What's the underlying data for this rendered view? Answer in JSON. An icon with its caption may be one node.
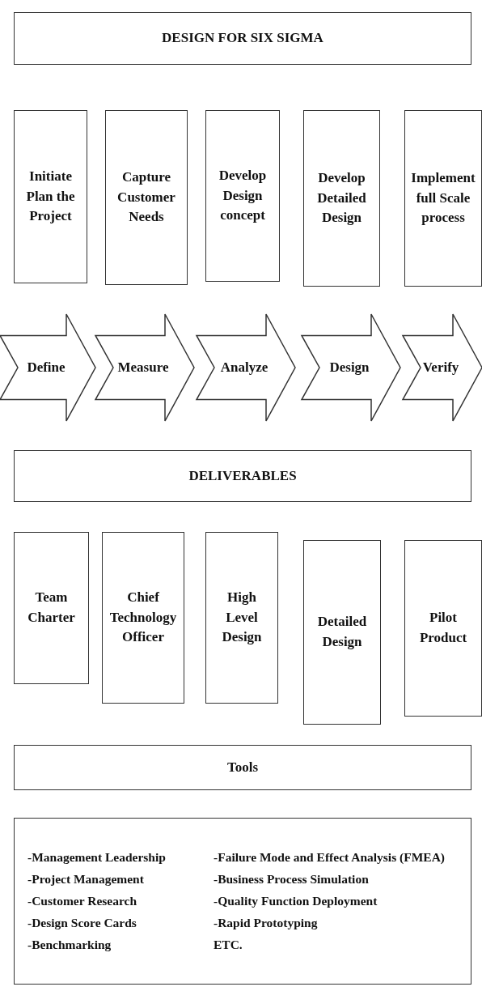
{
  "diagram": {
    "nodes": [
      {
        "text": [
          "DESIGN FOR SIX SIGMA"
        ]
      },
      {
        "text": [
          "Initiate Plan the Project"
        ]
      },
      {
        "text": [
          "Capture Customer Needs"
        ]
      },
      {
        "text": [
          "Develop Design concept"
        ]
      },
      {
        "text": [
          "Develop Detailed Design"
        ]
      },
      {
        "text": [
          "Implement full Scale process"
        ]
      },
      {
        "text": [
          "Define"
        ]
      },
      {
        "text": [
          "Measure"
        ]
      },
      {
        "text": [
          "Analyze"
        ]
      },
      {
        "text": [
          "Design"
        ]
      },
      {
        "text": [
          "Verify"
        ]
      },
      {
        "text": [
          "DELIVERABLES"
        ]
      },
      {
        "text": [
          "Team Charter"
        ]
      },
      {
        "text": [
          "Chief Technology Officer"
        ]
      },
      {
        "text": [
          "High Level Design"
        ]
      },
      {
        "text": [
          "Detailed Design"
        ]
      },
      {
        "text": [
          "Pilot Product"
        ]
      },
      {
        "text": [
          "Tools"
        ]
      },
      {
        "text": [
          "-Management Leadership",
          "-Failure Mode and Effect Analysis (FMEA)",
          "-Project Management",
          "-Business Process Simulation",
          "-Customer Research",
          "-Quality Function Deployment",
          "-Design Score Cards",
          "-Rapid Prototyping",
          "-Benchmarking",
          "ETC."
        ]
      }
    ],
    "edges": []
  }
}
